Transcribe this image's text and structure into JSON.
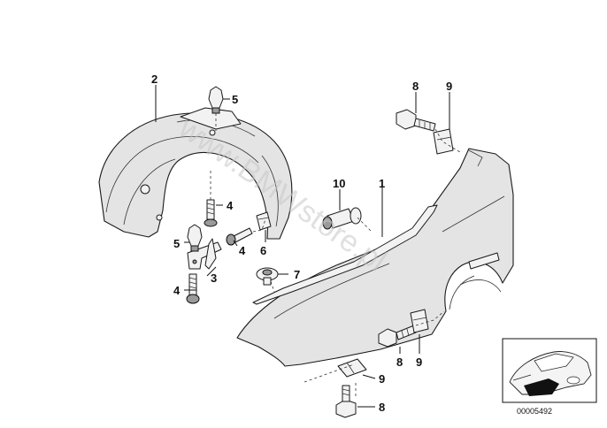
{
  "diagram": {
    "watermark": "www.BMWstore.pl",
    "reference_code": "00005492",
    "callouts": {
      "c1": "1",
      "c2": "2",
      "c3": "3",
      "c4a": "4",
      "c4b": "4",
      "c4c": "4",
      "c5a": "5",
      "c5b": "5",
      "c6": "6",
      "c7": "7",
      "c8a": "8",
      "c8b": "8",
      "c8c": "8",
      "c9a": "9",
      "c9b": "9",
      "c9c": "9",
      "c10": "10"
    }
  }
}
